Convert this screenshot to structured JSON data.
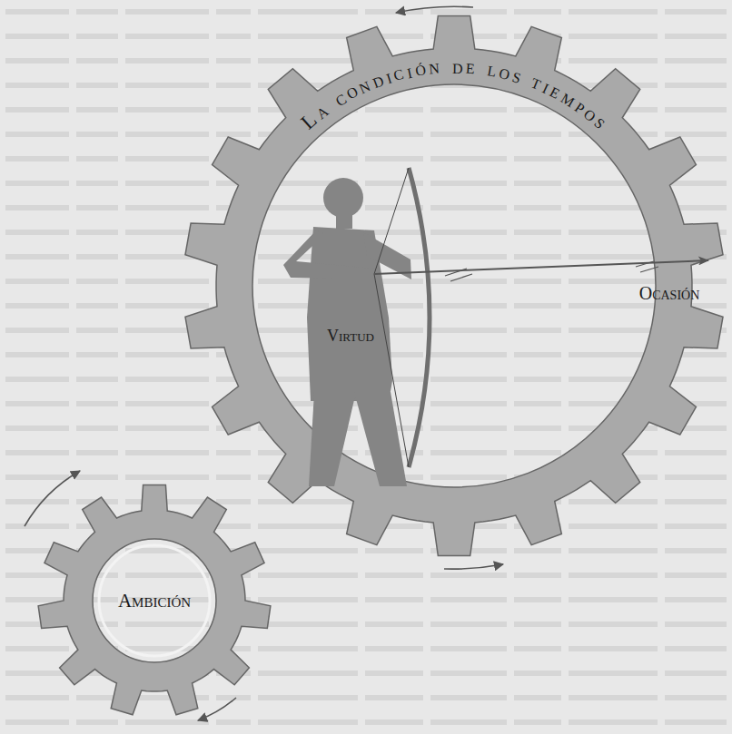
{
  "diagram": {
    "nodes": [
      {
        "text": [
          "La condición de los tiempos"
        ]
      },
      {
        "text": [
          "Virtud"
        ],
        "in": 0
      },
      {
        "text": [
          "Ambición"
        ]
      }
    ],
    "labels": [
      "Ocasión"
    ]
  }
}
